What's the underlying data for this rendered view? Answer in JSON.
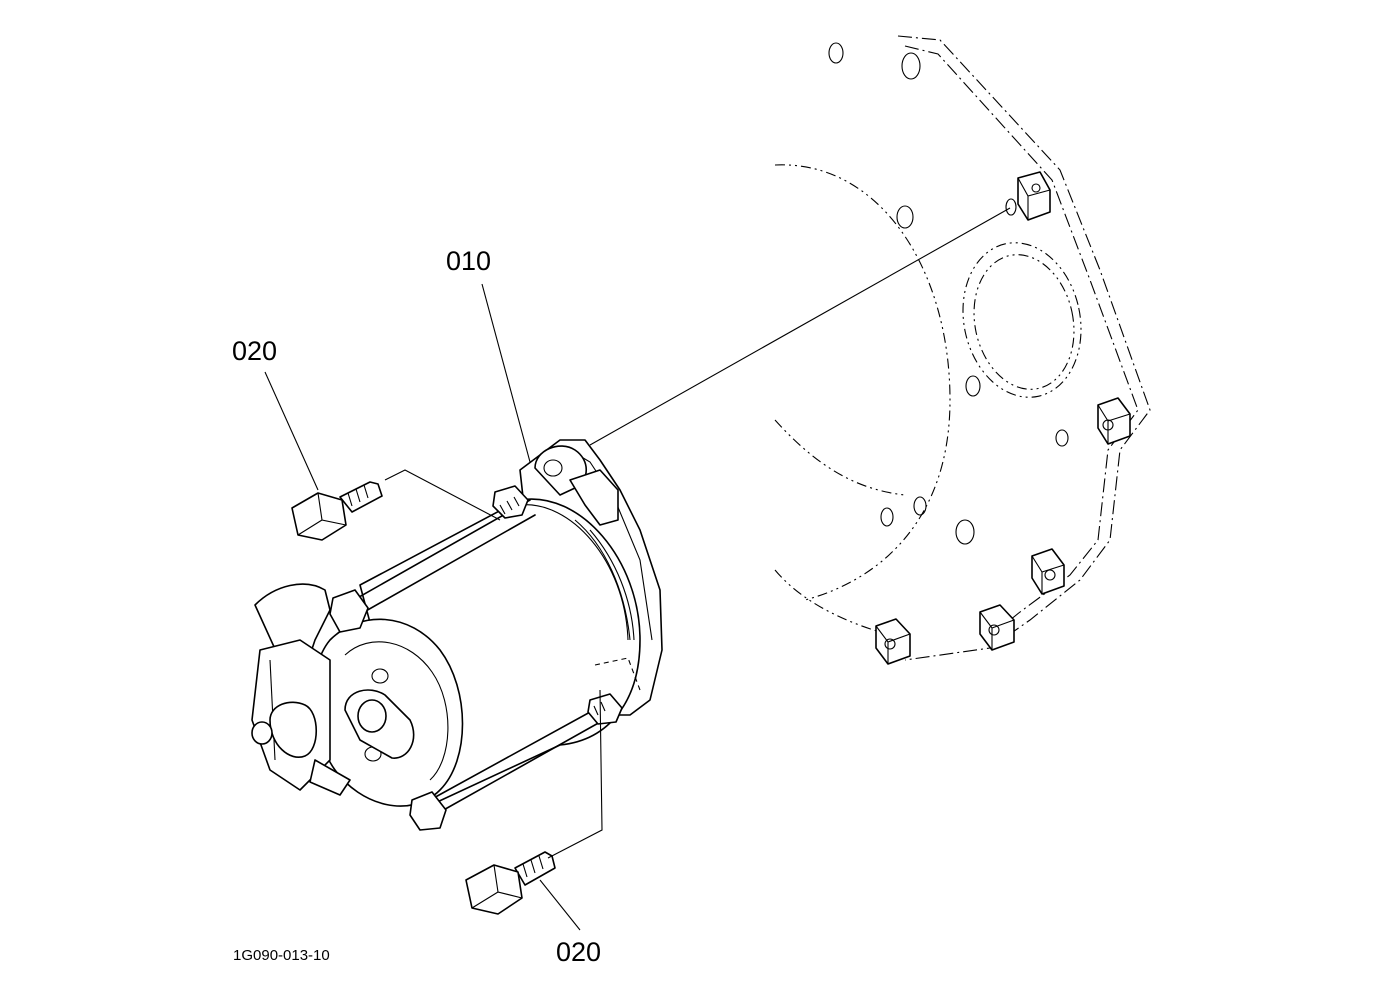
{
  "callouts": {
    "part_010": "010",
    "part_020_top": "020",
    "part_020_bottom": "020"
  },
  "figure_code": "1G090-013-10"
}
